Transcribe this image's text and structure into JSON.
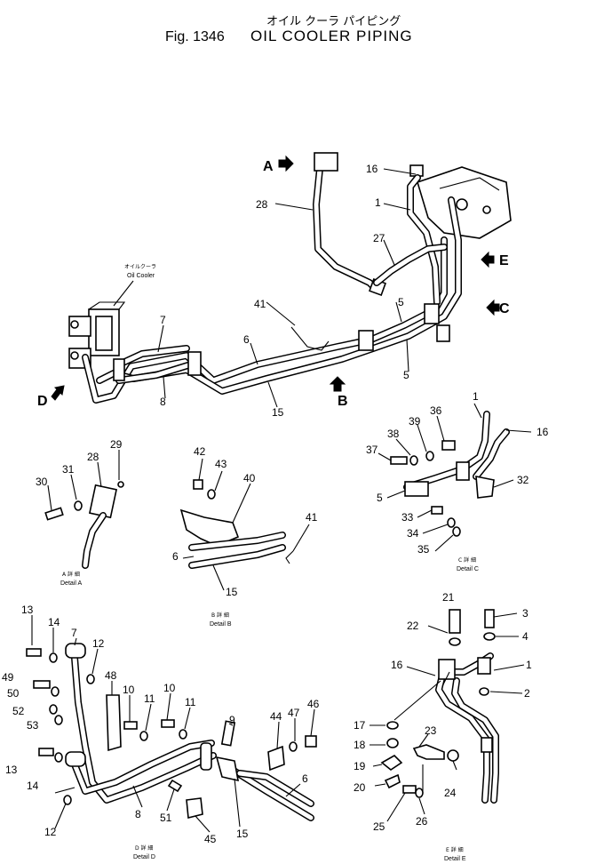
{
  "title": {
    "japanese": "オイル クーラ パイピング",
    "figure": "Fig. 1346",
    "name": "OIL COOLER PIPING"
  },
  "view_arrows": [
    "A",
    "B",
    "C",
    "D",
    "E"
  ],
  "oil_cooler_label": {
    "japanese": "オイルクーラ",
    "english": "Oil Cooler"
  },
  "main_callouts": [
    "16",
    "1",
    "28",
    "27",
    "41",
    "7",
    "6",
    "5",
    "5",
    "8",
    "15"
  ],
  "details": [
    {
      "id": "A",
      "caption_jp": "A 詳 細",
      "caption_en": "Detail A",
      "callouts": [
        "29",
        "28",
        "31",
        "30"
      ]
    },
    {
      "id": "B",
      "caption_jp": "B 詳 細",
      "caption_en": "Detail B",
      "callouts": [
        "42",
        "43",
        "40",
        "41",
        "6",
        "15"
      ]
    },
    {
      "id": "C",
      "caption_jp": "C 詳 細",
      "caption_en": "Detail C",
      "callouts": [
        "1",
        "16",
        "36",
        "39",
        "38",
        "37",
        "32",
        "5",
        "33",
        "34",
        "35"
      ]
    },
    {
      "id": "D",
      "caption_jp": "D 詳 細",
      "caption_en": "Detail D",
      "callouts": [
        "13",
        "14",
        "7",
        "12",
        "48",
        "49",
        "50",
        "52",
        "53",
        "10",
        "11",
        "10",
        "11",
        "44",
        "47",
        "46",
        "9",
        "6",
        "13",
        "14",
        "51",
        "8",
        "45",
        "15",
        "12"
      ]
    },
    {
      "id": "E",
      "caption_jp": "E 詳 細",
      "caption_en": "Detail E",
      "callouts": [
        "21",
        "3",
        "22",
        "4",
        "16",
        "1",
        "2",
        "17",
        "18",
        "23",
        "19",
        "20",
        "24",
        "25",
        "26"
      ]
    }
  ]
}
